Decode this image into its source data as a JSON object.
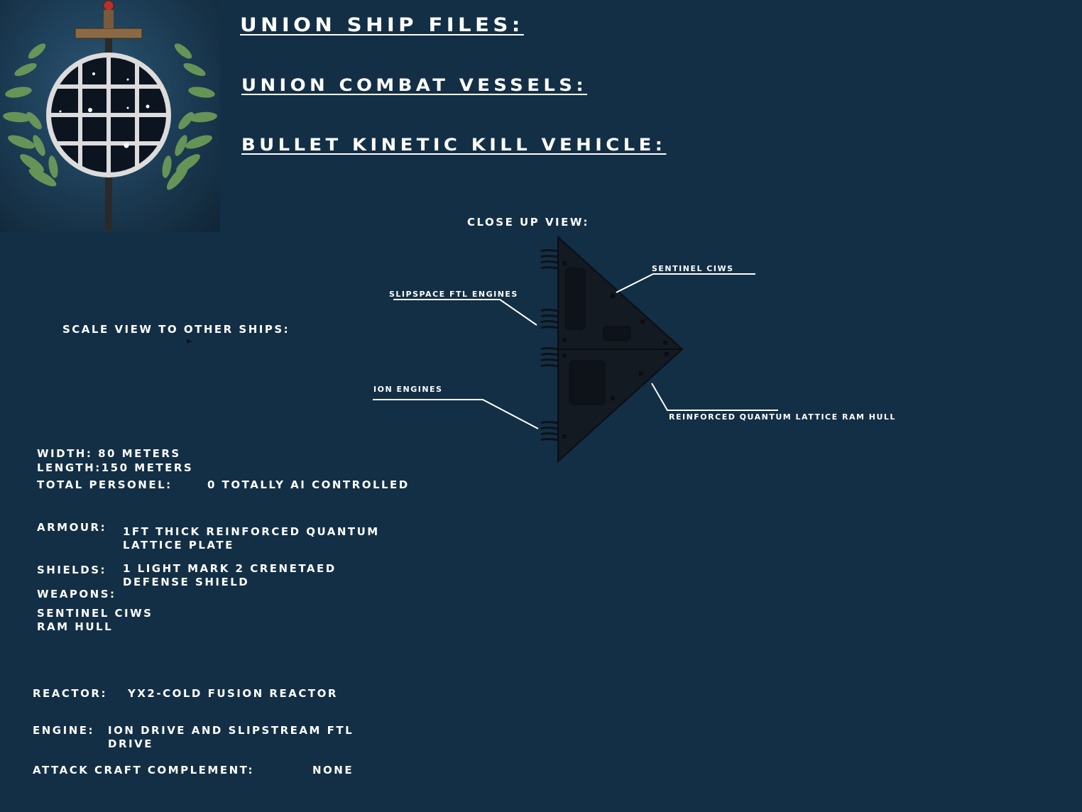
{
  "headings": {
    "title": "Union Ship Files:",
    "category": "Union Combat Vessels:",
    "vessel": "Bullet Kinetic Kill Vehicle:"
  },
  "close_up": {
    "title": "Close up view:",
    "callouts": {
      "ciws": "Sentinel CIWS",
      "ftl": "Slipspace FTL Engines",
      "ion": "Ion Engines",
      "hull": "Reinforced Quantum Lattice Ram Hull"
    }
  },
  "scale_view": {
    "title": "Scale view to other ships:"
  },
  "stats": {
    "width": "Width: 80 Meters",
    "length": "Length:150 Meters",
    "personnel_label": "Total Personel:",
    "personnel_value": "0 totally AI controlled",
    "armour_label": "Armour:",
    "armour_value": "1ft thick Reinforced Quantum Lattice Plate",
    "shields_label": "Shields:",
    "shields_value": "1 light mark 2 crenetaed defense shield",
    "weapons_label": "Weapons:",
    "weapons": [
      "Sentinel CIWS",
      "Ram Hull"
    ],
    "reactor_label": "Reactor:",
    "reactor_value": "YX2-Cold Fusion Reactor",
    "engine_label": "Engine:",
    "engine_value": "Ion Drive and Slipstream FTL Drive",
    "attack_label": "Attack craft complement:",
    "attack_value": "None"
  },
  "colors": {
    "background": "#132f45",
    "text": "#ffffff",
    "ship_hull": "#141a22"
  }
}
